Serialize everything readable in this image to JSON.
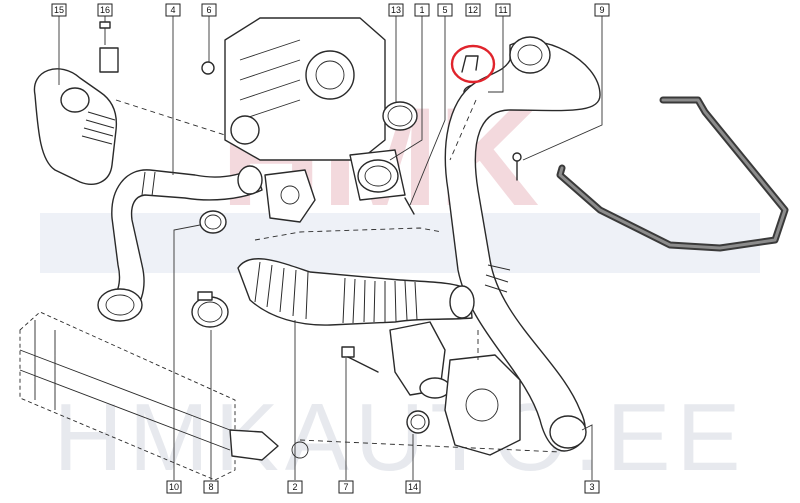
{
  "watermark": {
    "logo": "HMK",
    "text": "HMKAUTO.EE",
    "logo_color": "#f3d9dd",
    "text_color": "#e7e9ee"
  },
  "highlight": {
    "target": "12",
    "color": "#e0242c"
  },
  "callouts": [
    "15",
    "16",
    "4",
    "6",
    "13",
    "1",
    "5",
    "12",
    "11",
    "9",
    "10",
    "8",
    "2",
    "7",
    "14",
    "3"
  ]
}
